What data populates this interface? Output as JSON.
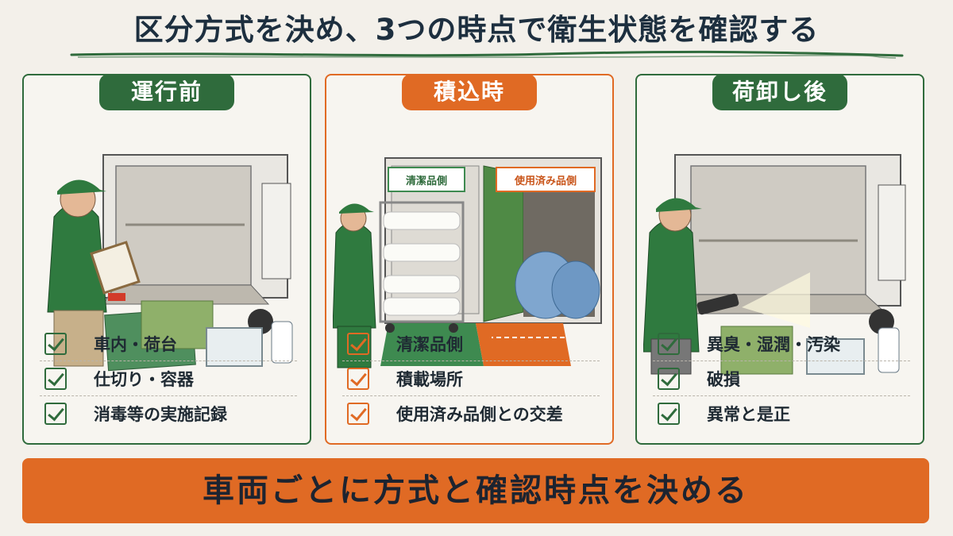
{
  "title": "区分方式を決め、3つの時点で衛生状態を確認する",
  "colors": {
    "green": "#2f6b3c",
    "orange": "#e06a24",
    "background": "#f3f0ea"
  },
  "panels": [
    {
      "tag": "運行前",
      "accent": "green",
      "illustration": "worker-with-clipboard-checking-empty-truck",
      "items": [
        "車内・荷台",
        "仕切り・容器",
        "消毒等の実施記録"
      ]
    },
    {
      "tag": "積込時",
      "accent": "orange",
      "illustration": "worker-loading-clean-linen-cart-beside-used-bags",
      "signs": {
        "clean": "清潔品側",
        "used": "使用済み品側"
      },
      "items": [
        "清潔品側",
        "積載場所",
        "使用済み品側との交差"
      ]
    },
    {
      "tag": "荷卸し後",
      "accent": "green",
      "illustration": "worker-with-flashlight-inspecting-empty-truck",
      "items": [
        "異臭・湿潤・汚染",
        "破損",
        "異常と是正"
      ]
    }
  ],
  "banner": "車両ごとに方式と確認時点を決める"
}
